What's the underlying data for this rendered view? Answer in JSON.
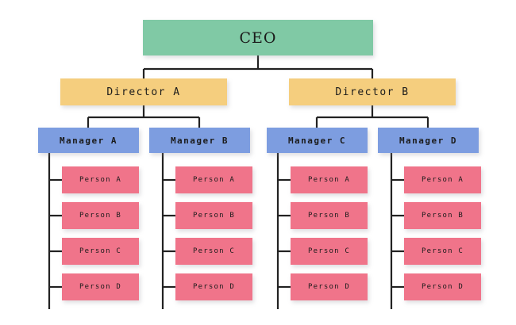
{
  "chart_data": {
    "type": "diagram",
    "diagram_type": "organizational-chart",
    "title": "",
    "orientation": "top-down",
    "background_color": "#ffffff",
    "connector_color": "#222222",
    "levels": [
      {
        "name": "executive",
        "fill": "#80c9a5"
      },
      {
        "name": "director",
        "fill": "#f5ce7e"
      },
      {
        "name": "manager",
        "fill": "#7d9de0"
      },
      {
        "name": "person",
        "fill": "#f0748a"
      }
    ],
    "nodes": {
      "ceo": {
        "label": "CEO",
        "level": "executive"
      },
      "directors": [
        {
          "label": "Director A",
          "level": "director"
        },
        {
          "label": "Director B",
          "level": "director"
        }
      ],
      "managers": [
        {
          "label": "Manager A",
          "level": "manager",
          "parent": "Director A"
        },
        {
          "label": "Manager B",
          "level": "manager",
          "parent": "Director A"
        },
        {
          "label": "Manager C",
          "level": "manager",
          "parent": "Director B"
        },
        {
          "label": "Manager D",
          "level": "manager",
          "parent": "Director B"
        }
      ],
      "persons": [
        {
          "parent": "Manager A",
          "members": [
            "Person A",
            "Person B",
            "Person C",
            "Person D"
          ]
        },
        {
          "parent": "Manager B",
          "members": [
            "Person A",
            "Person B",
            "Person C",
            "Person D"
          ]
        },
        {
          "parent": "Manager C",
          "members": [
            "Person A",
            "Person B",
            "Person C",
            "Person D"
          ]
        },
        {
          "parent": "Manager D",
          "members": [
            "Person A",
            "Person B",
            "Person C",
            "Person D"
          ]
        }
      ]
    }
  },
  "ceo": {
    "label": "CEO"
  },
  "directors": {
    "a": {
      "label": "Director A"
    },
    "b": {
      "label": "Director B"
    }
  },
  "managers": {
    "a": {
      "label": "Manager A"
    },
    "b": {
      "label": "Manager B"
    },
    "c": {
      "label": "Manager C"
    },
    "d": {
      "label": "Manager D"
    }
  },
  "persons": {
    "col1": {
      "p1": "Person A",
      "p2": "Person B",
      "p3": "Person C",
      "p4": "Person D"
    },
    "col2": {
      "p1": "Person A",
      "p2": "Person B",
      "p3": "Person C",
      "p4": "Person D"
    },
    "col3": {
      "p1": "Person A",
      "p2": "Person B",
      "p3": "Person C",
      "p4": "Person D"
    },
    "col4": {
      "p1": "Person A",
      "p2": "Person B",
      "p3": "Person C",
      "p4": "Person D"
    }
  }
}
